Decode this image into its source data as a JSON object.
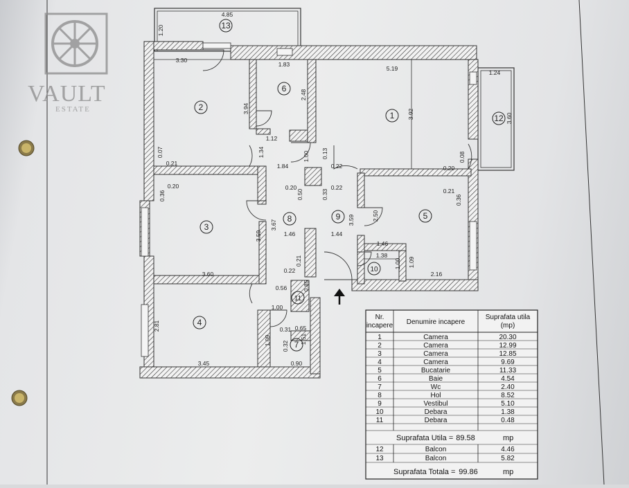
{
  "logo": {
    "name": "VAULT",
    "sub": "ESTATE"
  },
  "rooms": [
    {
      "num": "1",
      "name": "Camera",
      "area": "20.30"
    },
    {
      "num": "2",
      "name": "Camera",
      "area": "12.99"
    },
    {
      "num": "3",
      "name": "Camera",
      "area": "12.85"
    },
    {
      "num": "4",
      "name": "Camera",
      "area": "9.69"
    },
    {
      "num": "5",
      "name": "Bucatarie",
      "area": "11.33"
    },
    {
      "num": "6",
      "name": "Baie",
      "area": "4.54"
    },
    {
      "num": "7",
      "name": "Wc",
      "area": "2.40"
    },
    {
      "num": "8",
      "name": "Hol",
      "area": "8.52"
    },
    {
      "num": "9",
      "name": "Vestibul",
      "area": "5.10"
    },
    {
      "num": "10",
      "name": "Debara",
      "area": "1.38"
    },
    {
      "num": "11",
      "name": "Debara",
      "area": "0.48"
    }
  ],
  "balconies": [
    {
      "num": "12",
      "name": "Balcon",
      "area": "4.46"
    },
    {
      "num": "13",
      "name": "Balcon",
      "area": "5.82"
    }
  ],
  "table": {
    "col1_line1": "Nr.",
    "col1_line2": "incapere",
    "col2": "Denumire incapere",
    "col3_line1": "Suprafata utila",
    "col3_line2": "(mp)",
    "util_label": "Suprafata Utila =",
    "util_value": "89.58",
    "util_unit": "mp",
    "total_label": "Suprafata Totala =",
    "total_value": "99.86",
    "total_unit": "mp"
  },
  "dimensions": {
    "d485": "4.85",
    "d120": "1.20",
    "d330": "3.30",
    "d183": "1.83",
    "d519": "5.19",
    "d124": "1.24",
    "d360b": "3.60",
    "d394": "3.94",
    "d248": "2.48",
    "d392": "3.92",
    "d112": "1.12",
    "d134": "1.34",
    "d100a": "1.00",
    "d013": "0.13",
    "d184": "1.84",
    "d022a": "0.22",
    "d007": "0.07",
    "d021a": "0.21",
    "d020a": "0.20",
    "d020b": "0.20",
    "d022b": "0.22",
    "d020c": "0.20",
    "d008": "0.08",
    "d021b": "0.21",
    "d036a": "0.36",
    "d036b": "0.36",
    "d050": "0.50",
    "d033": "0.33",
    "d359a": "3.59",
    "d367": "3.67",
    "d359b": "3.59",
    "d250": "2.50",
    "d146a": "1.46",
    "d144": "1.44",
    "d146b": "1.46",
    "d138": "1.38",
    "d100b": "1.00",
    "d109a": "1.09",
    "d216": "2.16",
    "d360a": "3.60",
    "d022c": "0.22",
    "d021c": "0.21",
    "d056": "0.56",
    "d085": "0.85",
    "d100c": "1.00",
    "d031": "0.31",
    "d065": "0.65",
    "d281": "2.81",
    "d109b": "1.09",
    "d032": "0.32",
    "d151": "1.51",
    "d345": "3.45",
    "d090": "0.90"
  }
}
